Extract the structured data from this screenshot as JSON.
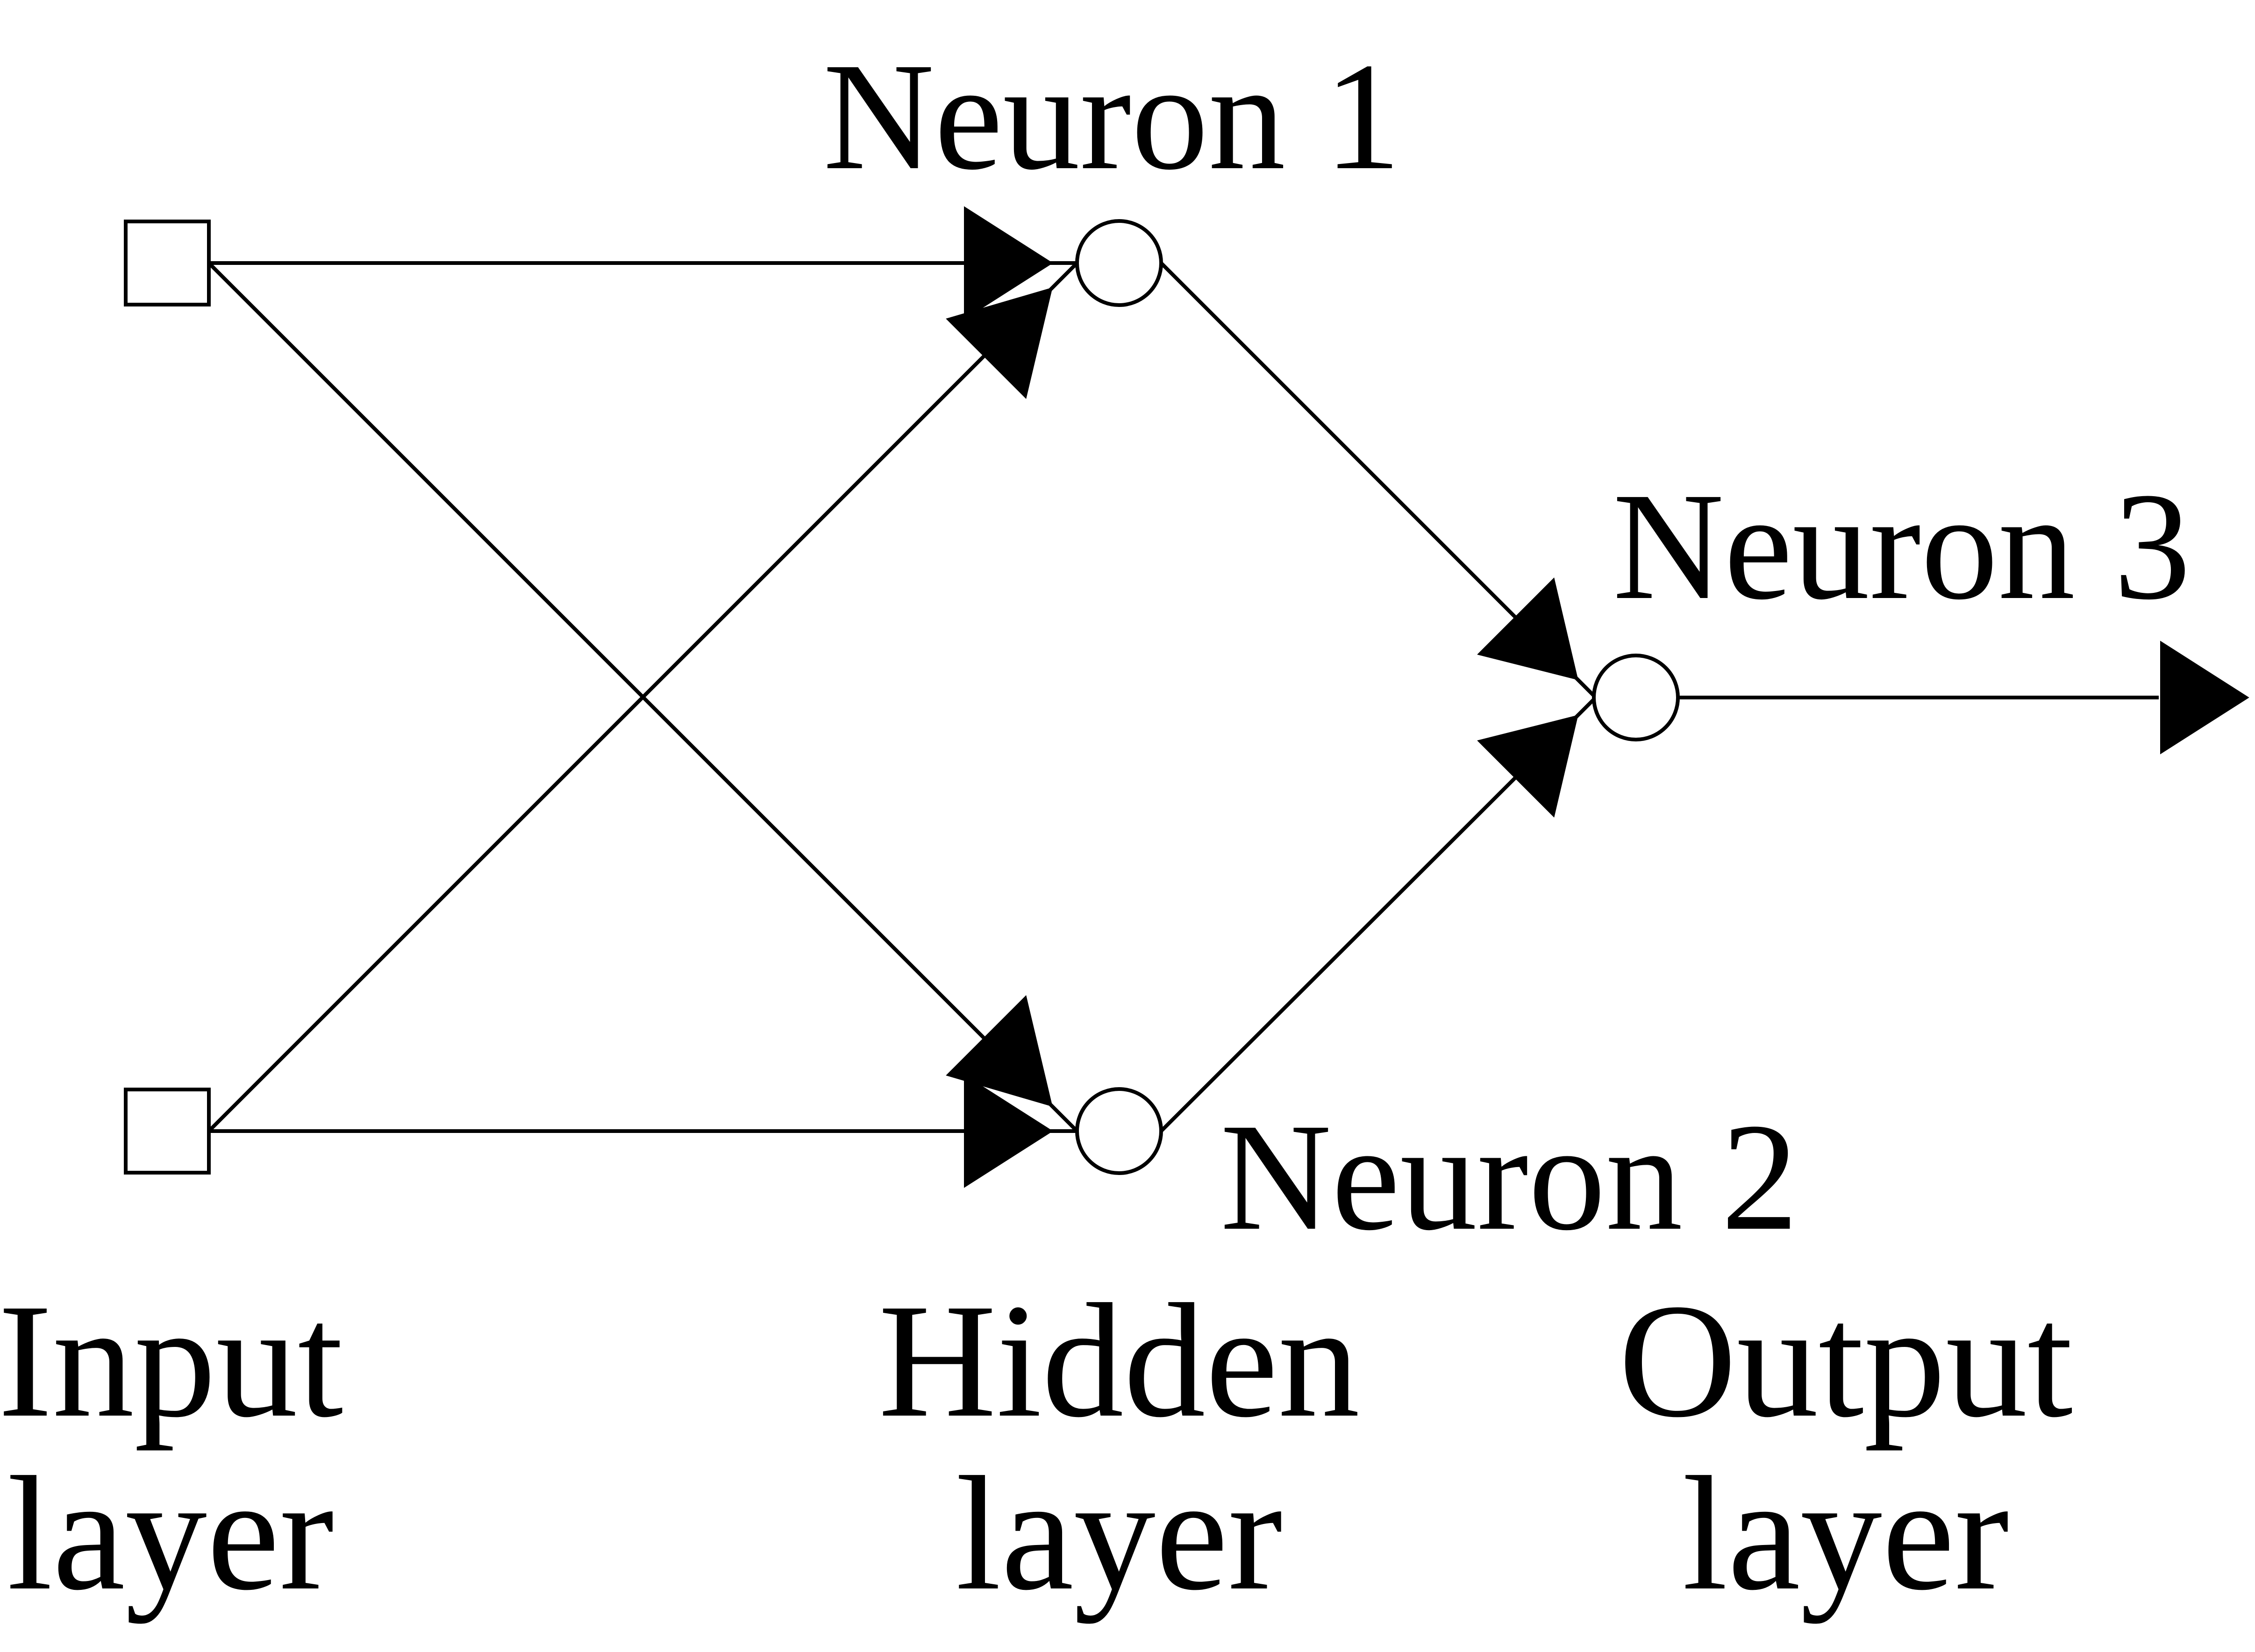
{
  "diagram": {
    "neurons": {
      "n1": "Neuron 1",
      "n2": "Neuron 2",
      "n3": "Neuron 3"
    },
    "layers": {
      "input": {
        "line1": "Input",
        "line2": "layer"
      },
      "hidden": {
        "line1": "Hidden",
        "line2": "layer"
      },
      "output": {
        "line1": "Output",
        "line2": "layer"
      }
    },
    "colors": {
      "stroke": "#000000",
      "node_fill": "#ffffff",
      "background": "#ffffff"
    }
  }
}
